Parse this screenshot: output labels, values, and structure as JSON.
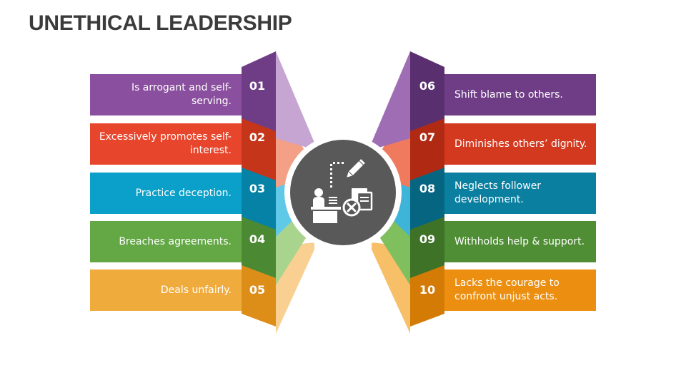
{
  "title": "UNETHICAL LEADERSHIP",
  "center_icon": "leader-desk-pencil-cancel-icon",
  "colors": {
    "purple": "#8a4f9e",
    "red": "#e8462c",
    "cyan": "#0aa0c9",
    "green": "#63a845",
    "orange": "#f0ab3d",
    "center": "#595959"
  },
  "items": [
    {
      "num": "01",
      "text": "Is arrogant and self-serving."
    },
    {
      "num": "02",
      "text": "Excessively promotes self-interest."
    },
    {
      "num": "03",
      "text": "Practice deception."
    },
    {
      "num": "04",
      "text": "Breaches agreements."
    },
    {
      "num": "05",
      "text": "Deals unfairly."
    },
    {
      "num": "06",
      "text": "Shift blame to others."
    },
    {
      "num": "07",
      "text": "Diminishes others’ dignity."
    },
    {
      "num": "08",
      "text": "Neglects follower development."
    },
    {
      "num": "09",
      "text": "Withholds help & support."
    },
    {
      "num": "10",
      "text": "Lacks the courage to confront unjust acts."
    }
  ]
}
